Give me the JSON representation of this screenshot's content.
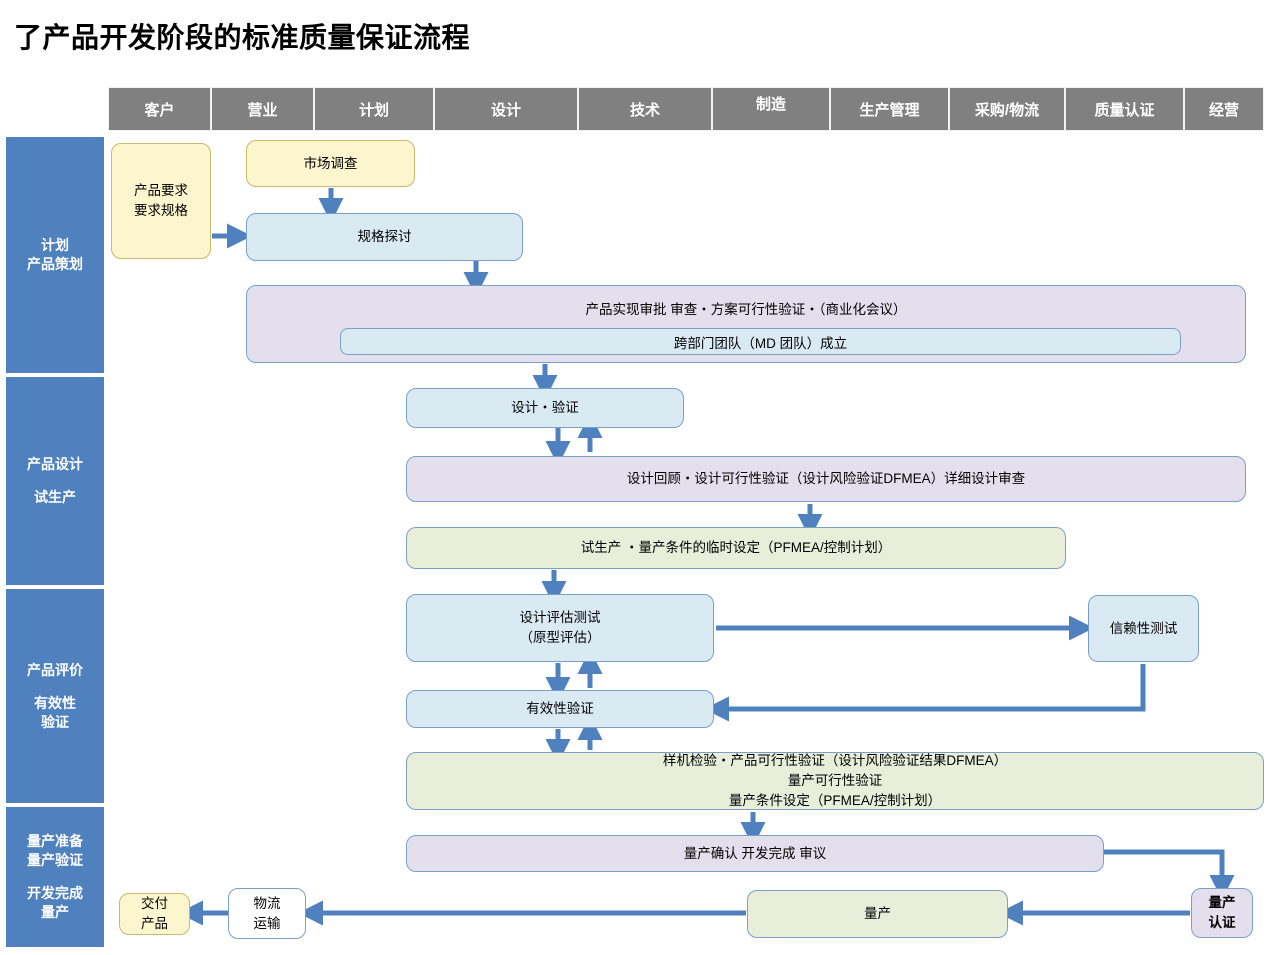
{
  "title": "了产品开发阶段的标准质量保证流程",
  "accent": {
    "phase_blue": "#4e81bd",
    "header_gray": "#808080",
    "arrow_blue": "#4e81bd",
    "box_blue": "#daeaf3",
    "box_purple": "#e4dfec",
    "box_green": "#e9eedb",
    "box_yellow": "#fcf6ce"
  },
  "lanes": [
    {
      "label": "客户"
    },
    {
      "label": "营业"
    },
    {
      "label": "计划"
    },
    {
      "label": "设计"
    },
    {
      "label": "技术"
    },
    {
      "label": "制造"
    },
    {
      "label": "生产管理"
    },
    {
      "label": "采购/物流"
    },
    {
      "label": "质量认证"
    },
    {
      "label": "经营"
    }
  ],
  "phases": [
    {
      "line1": "计划",
      "line2": "产品策划"
    },
    {
      "line1": "产品设计",
      "line2": "试生产"
    },
    {
      "line1": "产品评价",
      "line2": "有效性\n验证"
    },
    {
      "line1": "量产准备\n量产验证",
      "line2": "开发完成\n量产"
    }
  ],
  "nodes": {
    "product_requirement": "产品要求\n要求规格",
    "market_research": "市场调查",
    "spec_discussion": "规格探讨",
    "product_approval": "产品实现审批 审查・方案可行性验证・（商业化会议）",
    "cross_functional_team": "跨部门团队（MD 团队）成立",
    "design_verification": "设计・验证",
    "design_review": "设计回顾・设计可行性验证（设计风险验证DFMEA）详细设计审查",
    "trial_production": "试生产 ・量产条件的临时设定（PFMEA/控制计划）",
    "design_eval_test": "设计评估测试\n（原型评估）",
    "reliability_test": "信赖性测试",
    "validity_verification": "有效性验证",
    "sample_inspection": "样机检验・产品可行性验证（设计风险验证结果DFMEA）\n量产可行性验证\n量产条件设定（PFMEA/控制计划）",
    "mass_production_confirm": "量产确认 开发完成 审议",
    "mass_production_cert": "量产\n认证",
    "mass_production": "量产",
    "logistics": "物流\n运输",
    "delivery": "交付\n产品"
  }
}
